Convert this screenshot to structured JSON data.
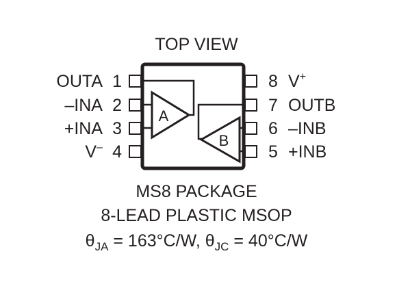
{
  "view_label": "TOP VIEW",
  "pins_left": [
    {
      "num": "1",
      "name": "OUTA"
    },
    {
      "num": "2",
      "name": "–INA"
    },
    {
      "num": "3",
      "name": "+INA"
    },
    {
      "num": "4",
      "name": "V",
      "name_sup": "–"
    }
  ],
  "pins_right": [
    {
      "num": "8",
      "name": "V",
      "name_sup": "+"
    },
    {
      "num": "7",
      "name": "OUTB"
    },
    {
      "num": "6",
      "name": "–INB"
    },
    {
      "num": "5",
      "name": "+INB"
    }
  ],
  "amplifiers": {
    "a": "A",
    "b": "B"
  },
  "package": {
    "line1": "MS8 PACKAGE",
    "line2": "8-LEAD PLASTIC MSOP"
  },
  "thermal": {
    "theta": "θ",
    "ja_sub": "JA",
    "ja_value": " = 163°C/W, ",
    "jc_sub": "JC",
    "jc_value": " = 40°C/W"
  },
  "colors": {
    "ink": "#231f20",
    "background": "#ffffff"
  }
}
